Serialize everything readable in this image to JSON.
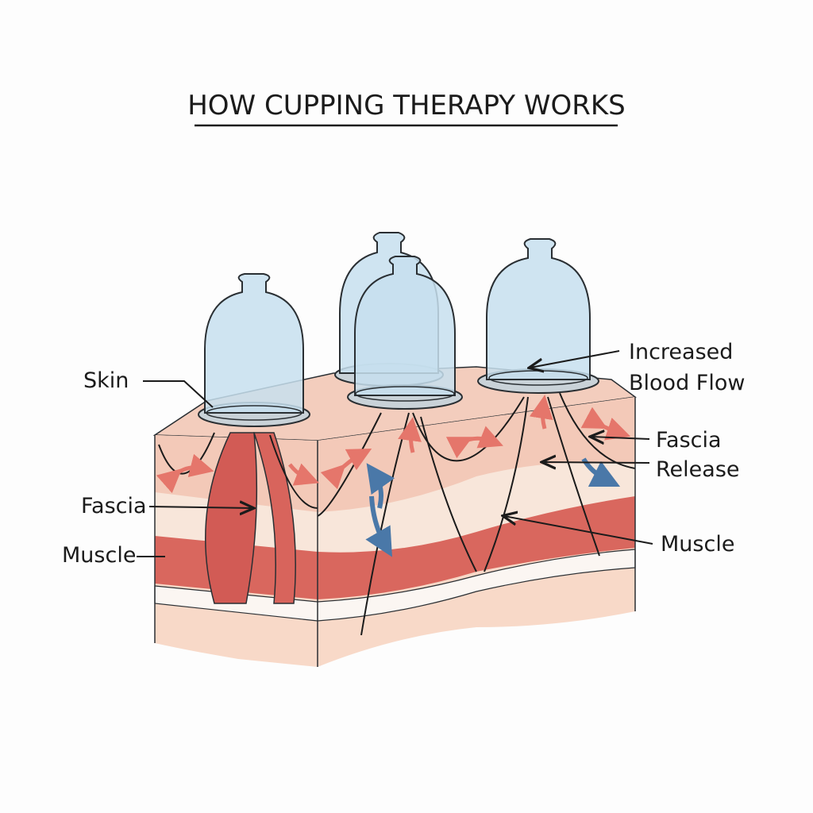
{
  "title": "HOW CUPPING THERAPY WORKS",
  "labels": {
    "skin": "Skin",
    "fascia_left": "Fascia",
    "muscle_left": "Muscle",
    "blood_flow_line1": "Increased",
    "blood_flow_line2": "Blood Flow",
    "fascia_release_line1": "Fascia",
    "fascia_release_line2": "Release",
    "muscle_right": "Muscle"
  },
  "colors": {
    "cup": "#c7dfee",
    "skin": "#f2c4b4",
    "muscle": "#d9675e",
    "fat": "#f8e4d8",
    "arrow_red": "#e5766b",
    "arrow_blue": "#4a78a8"
  }
}
